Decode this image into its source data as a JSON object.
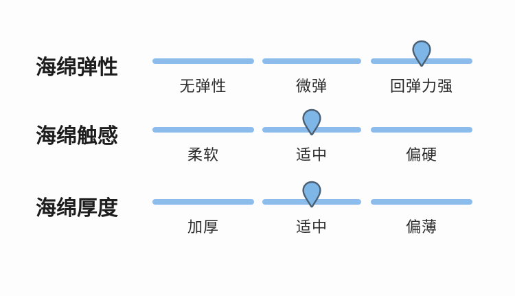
{
  "background_color": "#fdfdfd",
  "accent_color": "#8cbcec",
  "marker_fill_color": "#7eb6e8",
  "marker_outline_color": "#4a5f72",
  "label_color": "#1d1d1d",
  "option_color": "#2a2a2a",
  "rows": [
    {
      "label": "海绵弹性",
      "options": [
        "无弹性",
        "微弹",
        "回弹力强"
      ],
      "selected_index": 2,
      "marker_icon": "location-pin-icon"
    },
    {
      "label": "海绵触感",
      "options": [
        "柔软",
        "适中",
        "偏硬"
      ],
      "selected_index": 1,
      "marker_icon": "location-pin-icon"
    },
    {
      "label": "海绵厚度",
      "options": [
        "加厚",
        "适中",
        "偏薄"
      ],
      "selected_index": 1,
      "marker_icon": "location-pin-icon"
    }
  ]
}
